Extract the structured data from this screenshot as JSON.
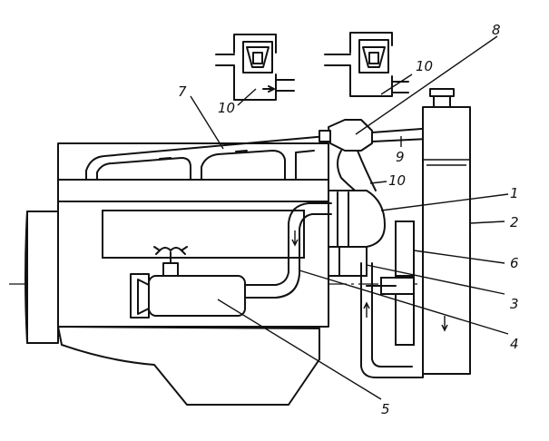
{
  "labels": {
    "l1": "1",
    "l2": "2",
    "l3": "3",
    "l4": "4",
    "l5": "5",
    "l6": "6",
    "l7": "7",
    "l8": "8",
    "l9": "9",
    "l10a": "10",
    "l10b": "10",
    "l10c": "10"
  },
  "colors": {
    "ink": "#111111",
    "paper": "#ffffff"
  }
}
